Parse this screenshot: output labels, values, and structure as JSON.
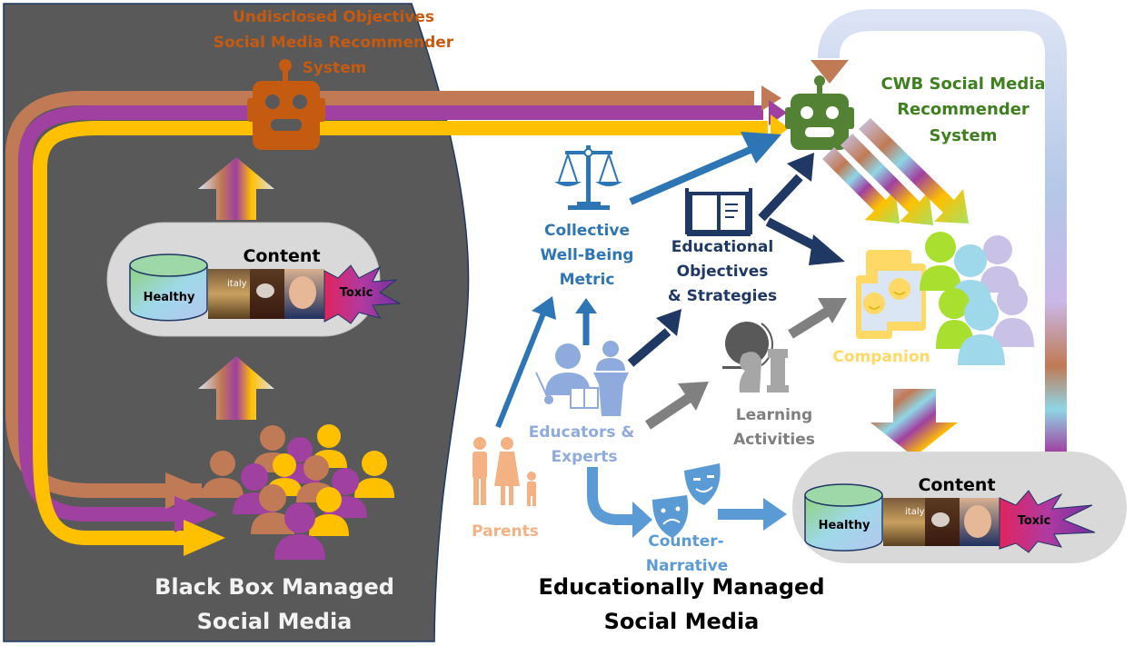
{
  "title_left": "Black Box Managed Social Media",
  "title_right": "Educationally Managed Social Media",
  "labels": {
    "undisclosed_line1": "Undisclosed Objectives",
    "undisclosed_line2": "Social Media Recommender",
    "undisclosed_line3": "System",
    "cwb_line1": "CWB Social Media",
    "cwb_line2": "Recommender",
    "cwb_line3": "System",
    "cwb_metric_line1": "Collective",
    "cwb_metric_line2": "Well-Being",
    "cwb_metric_line3": "Metric",
    "edu_obj_line1": "Educational",
    "edu_obj_line2": "Objectives",
    "edu_obj_line3": "& Strategies",
    "educators_line1": "Educators &",
    "educators_line2": "Experts",
    "learning_line1": "Learning",
    "learning_line2": "Activities",
    "companion": "Companion",
    "parents": "Parents",
    "counter_line1": "Counter-",
    "counter_line2": "Narrative"
  },
  "content_box": {
    "title": "Content",
    "healthy": "Healthy",
    "toxic": "Toxic",
    "thumb_caption": "italy"
  },
  "colors": {
    "dark_panel": "#595959",
    "orange_robot": "#c55a11",
    "green_robot": "#548235",
    "stream_brown": "#c07a55",
    "stream_purple": "#a040a0",
    "stream_yellow": "#ffc000",
    "blue_arrow": "#2e75b6",
    "navy_arrow": "#1f3864",
    "gray_arrow": "#808080"
  }
}
